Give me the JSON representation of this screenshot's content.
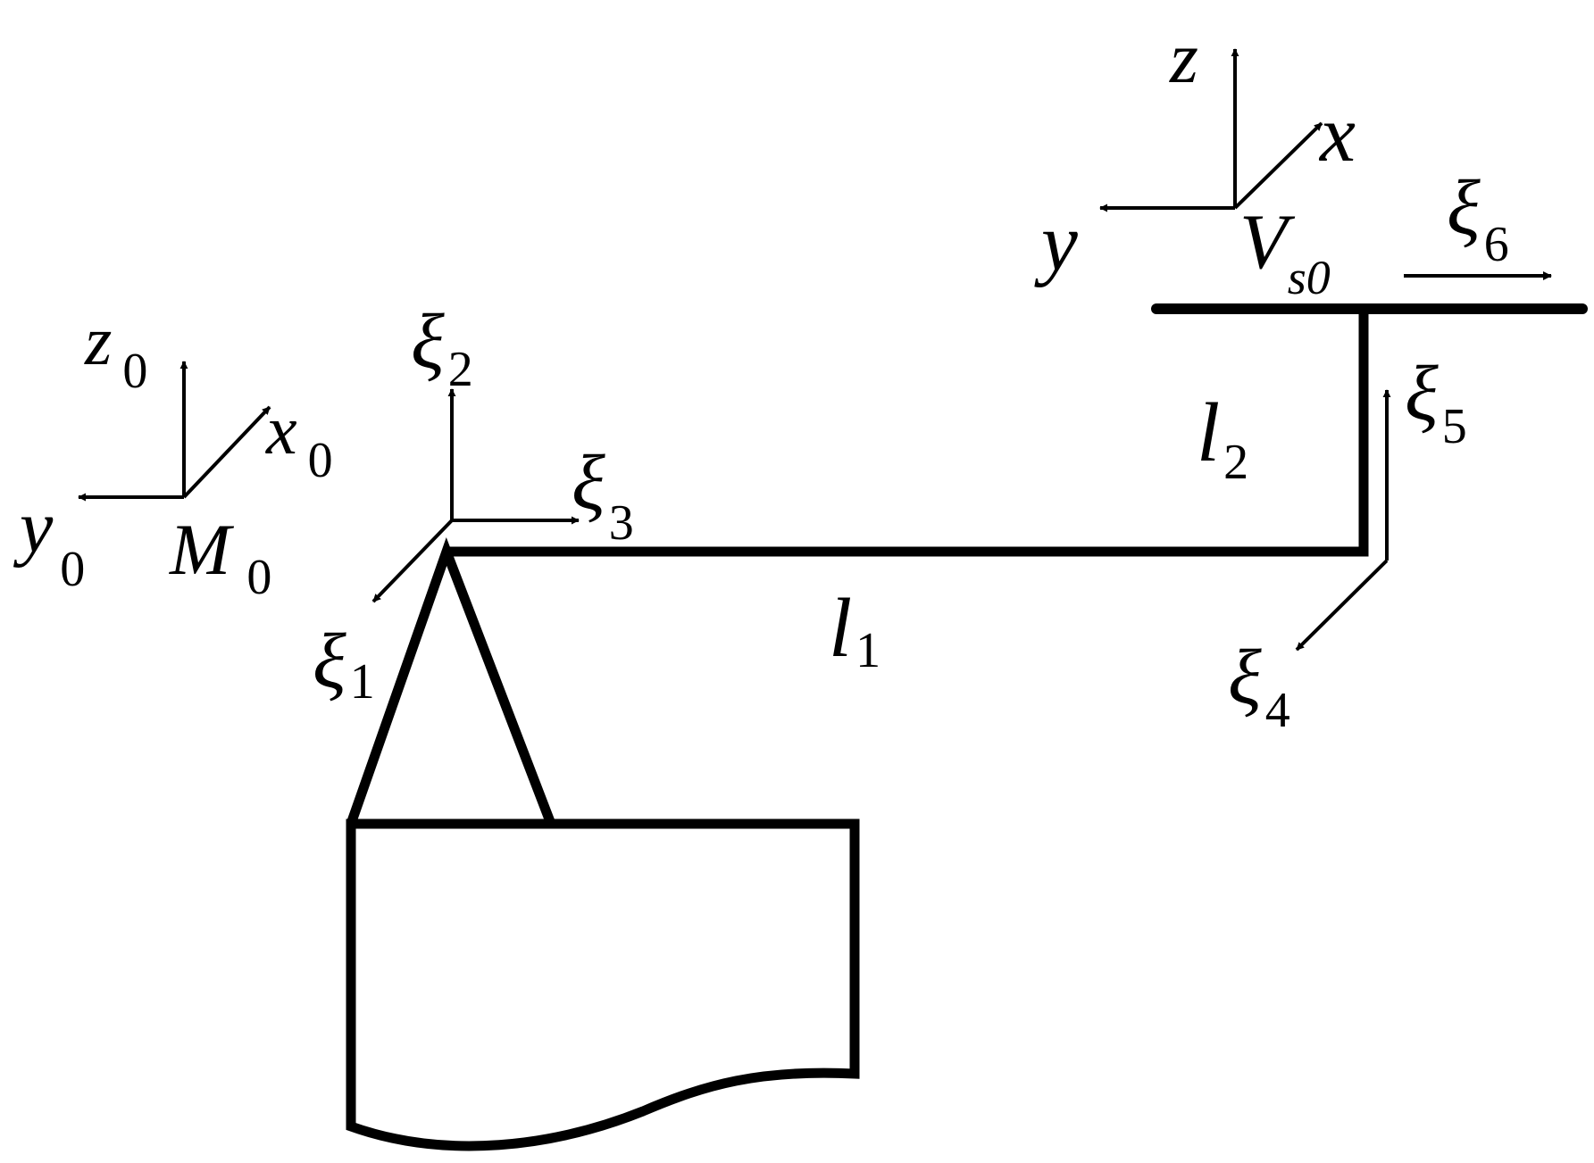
{
  "frames": {
    "base": {
      "z": "z",
      "z_sub": "0",
      "x": "x",
      "x_sub": "0",
      "y": "y",
      "y_sub": "0",
      "origin": "M",
      "origin_sub": "0"
    },
    "tip": {
      "z": "z",
      "x": "x",
      "y": "y",
      "origin": "V",
      "origin_sub": "s0"
    }
  },
  "forces": [
    {
      "sym": "ξ",
      "sub": "1"
    },
    {
      "sym": "ξ",
      "sub": "2"
    },
    {
      "sym": "ξ",
      "sub": "3"
    },
    {
      "sym": "ξ",
      "sub": "4"
    },
    {
      "sym": "ξ",
      "sub": "5"
    },
    {
      "sym": "ξ",
      "sub": "6"
    }
  ],
  "lengths": [
    {
      "sym": "l",
      "sub": "1"
    },
    {
      "sym": "l",
      "sub": "2"
    }
  ],
  "colors": {
    "ink": "#000000",
    "background": "#ffffff"
  }
}
